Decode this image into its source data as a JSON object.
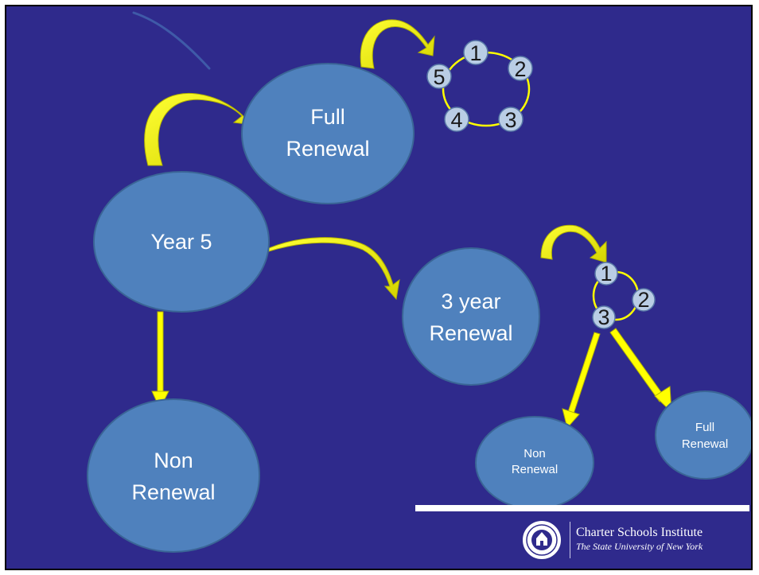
{
  "nodes": {
    "year5": "Year 5",
    "full_renewal_line1": "Full",
    "full_renewal_line2": "Renewal",
    "three_year_line1": "3 year",
    "three_year_line2": "Renewal",
    "non_renewal_line1": "Non",
    "non_renewal_line2": "Renewal",
    "small_non_line1": "Non",
    "small_non_line2": "Renewal",
    "small_full_line1": "Full",
    "small_full_line2": "Renewal"
  },
  "five_year_cycle": [
    "1",
    "2",
    "3",
    "4",
    "5"
  ],
  "three_year_cycle": [
    "1",
    "2",
    "3"
  ],
  "footer": {
    "title": "Charter Schools Institute",
    "subtitle": "The State University of New York"
  },
  "colors": {
    "background": "#2f2a8c",
    "node_fill": "#4f81bd",
    "node_stroke": "#3a6596",
    "arrow": "#ffff00",
    "number_fill": "#b9cde5"
  }
}
